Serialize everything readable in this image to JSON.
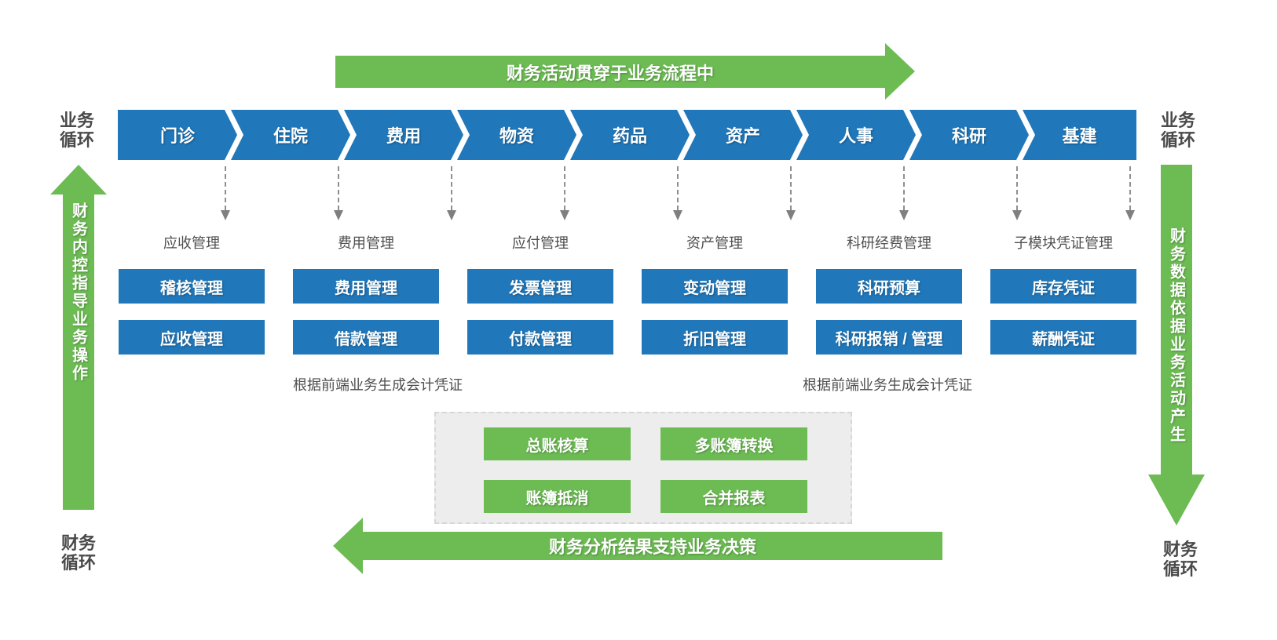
{
  "colors": {
    "blue": "#2077b9",
    "green": "#6cbb53"
  },
  "banners": {
    "top": "财务活动贯穿于业务流程中",
    "bottom": "财务分析结果支持业务决策"
  },
  "side_arrows": {
    "left": "财务内控指导业务操作",
    "right": "财务数据依据业务活动产生"
  },
  "corner_labels": {
    "top_left": "业务循环",
    "top_right": "业务循环",
    "bottom_left": "财务循环",
    "bottom_right": "财务循环"
  },
  "process_chain": [
    "门诊",
    "住院",
    "费用",
    "物资",
    "药品",
    "资产",
    "人事",
    "科研",
    "基建"
  ],
  "module_groups": [
    {
      "label": "应收管理",
      "boxes": [
        "稽核管理",
        "应收管理"
      ]
    },
    {
      "label": "费用管理",
      "boxes": [
        "费用管理",
        "借款管理"
      ]
    },
    {
      "label": "应付管理",
      "boxes": [
        "发票管理",
        "付款管理"
      ]
    },
    {
      "label": "资产管理",
      "boxes": [
        "变动管理",
        "折旧管理"
      ]
    },
    {
      "label": "科研经费管理",
      "boxes": [
        "科研预算",
        "科研报销 / 管理"
      ]
    },
    {
      "label": "子模块凭证管理",
      "boxes": [
        "库存凭证",
        "薪酬凭证"
      ]
    }
  ],
  "notes": {
    "left": "根据前端业务生成会计凭证",
    "right": "根据前端业务生成会计凭证"
  },
  "ledger_panel": {
    "boxes": [
      "总账核算",
      "多账簿转换",
      "账簿抵消",
      "合并报表"
    ]
  }
}
